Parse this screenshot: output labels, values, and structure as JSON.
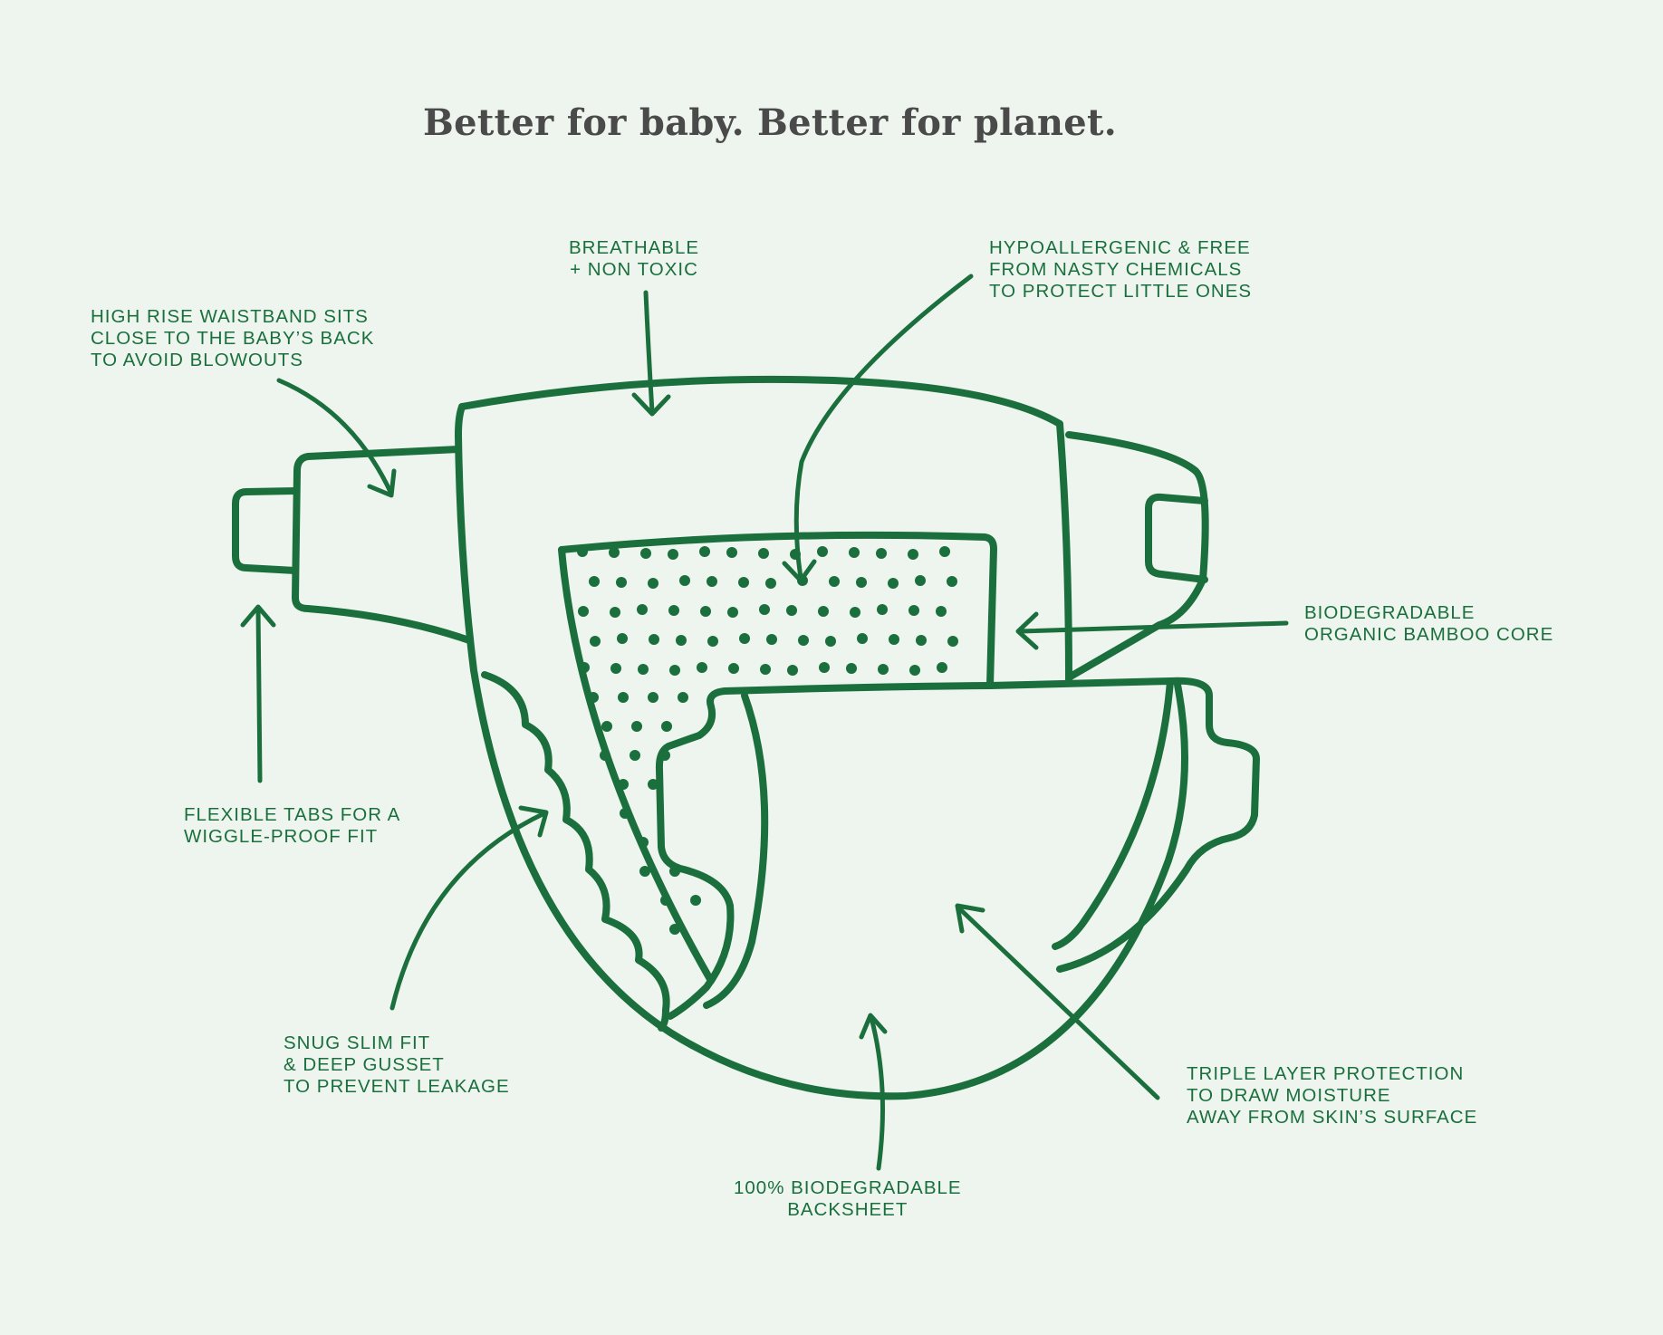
{
  "title": "Better for baby. Better for planet.",
  "colors": {
    "background": "#eef5ee",
    "ink": "#1a6f3d",
    "title": "#4a4a4a"
  },
  "labels": {
    "breathable": [
      "BREATHABLE",
      "+ NON TOXIC"
    ],
    "hypoallergenic": [
      "HYPOALLERGENIC & FREE",
      "FROM NASTY CHEMICALS",
      "TO PROTECT LITTLE ONES"
    ],
    "waistband": [
      "HIGH RISE WAISTBAND SITS",
      "CLOSE TO THE BABY’S BACK",
      "TO AVOID BLOWOUTS"
    ],
    "bamboo_core": [
      "BIODEGRADABLE",
      "ORGANIC BAMBOO CORE"
    ],
    "flexible_tabs": [
      "FLEXIBLE TABS FOR A",
      "WIGGLE-PROOF FIT"
    ],
    "snug_fit": [
      "SNUG SLIM FIT",
      "& DEEP GUSSET",
      "TO PREVENT LEAKAGE"
    ],
    "triple_layer": [
      "TRIPLE LAYER PROTECTION",
      "TO DRAW MOISTURE",
      "AWAY FROM SKIN’S SURFACE"
    ],
    "backsheet": [
      "100% BIODEGRADABLE",
      "BACKSHEET"
    ]
  },
  "illustration": {
    "subject": "diaper-outline",
    "core_pattern": "dots"
  }
}
